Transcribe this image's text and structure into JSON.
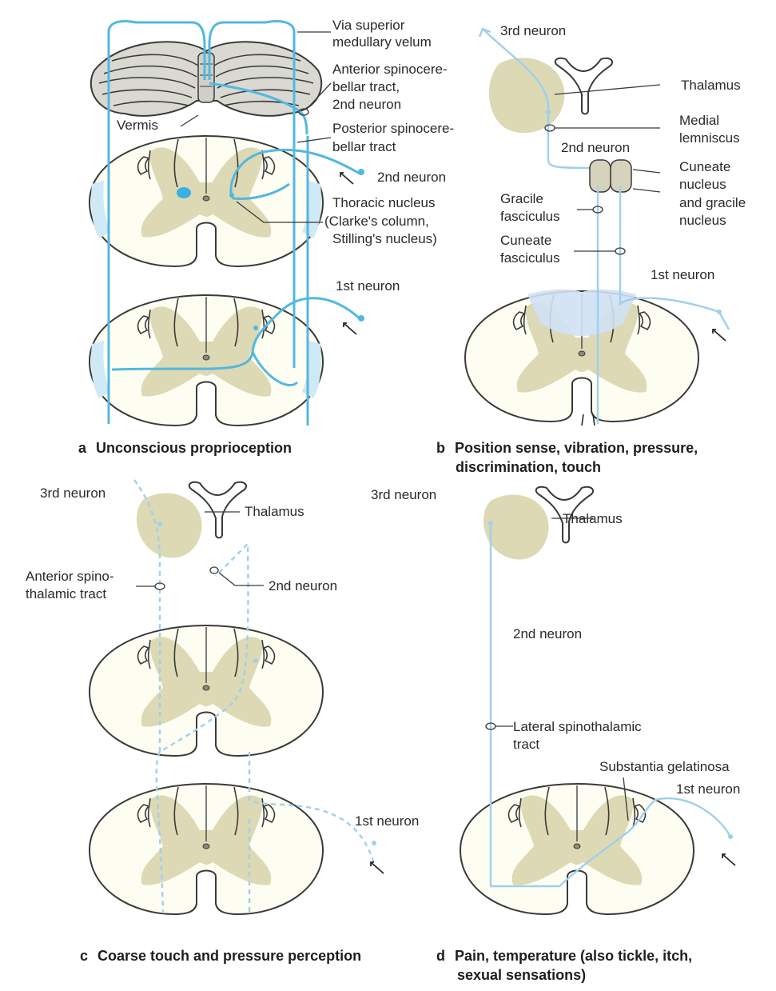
{
  "panel_a": {
    "caption_letter": "a",
    "caption_text": "Unconscious proprioception",
    "labels": {
      "via_superior_1": "Via superior",
      "via_superior_2": "medullary velum",
      "anterior_spc_1": "Anterior spinocere-",
      "anterior_spc_2": "bellar tract,",
      "anterior_spc_3": "2nd neuron",
      "vermis": "Vermis",
      "posterior_spc_1": "Posterior spinocere-",
      "posterior_spc_2": "bellar tract",
      "second_neuron": "2nd neuron",
      "thoracic_1": "Thoracic nucleus",
      "thoracic_2": "(Clarke's column,",
      "thoracic_3": "Stilling's nucleus)",
      "first_neuron": "1st neuron"
    }
  },
  "panel_b": {
    "caption_letter": "b",
    "caption_text_1": "Position sense, vibration, pressure,",
    "caption_text_2": "discrimination, touch",
    "labels": {
      "third_neuron": "3rd neuron",
      "thalamus": "Thalamus",
      "medial_1": "Medial",
      "medial_2": "lemniscus",
      "second_neuron": "2nd neuron",
      "cuneate_nuc_1": "Cuneate",
      "cuneate_nuc_2": "nucleus",
      "cuneate_nuc_3": "and gracile",
      "cuneate_nuc_4": "nucleus",
      "gracile_1": "Gracile",
      "gracile_2": "fasciculus",
      "cuneate_fas_1": "Cuneate",
      "cuneate_fas_2": "fasciculus",
      "first_neuron": "1st neuron"
    }
  },
  "panel_c": {
    "caption_letter": "c",
    "caption_text": "Coarse touch and pressure perception",
    "labels": {
      "third_neuron": "3rd neuron",
      "thalamus": "Thalamus",
      "anterior_stt_1": "Anterior spino-",
      "anterior_stt_2": "thalamic tract",
      "second_neuron": "2nd neuron",
      "first_neuron": "1st neuron"
    }
  },
  "panel_d": {
    "caption_letter": "d",
    "caption_text_1": "Pain, temperature (also tickle, itch,",
    "caption_text_2": "sexual sensations)",
    "labels": {
      "third_neuron": "3rd neuron",
      "thalamus": "Thalamus",
      "second_neuron": "2nd neuron",
      "lateral_stt_1": "Lateral spinothalamic",
      "lateral_stt_2": "tract",
      "substantia": "Substantia gelatinosa",
      "first_neuron": "1st neuron"
    }
  },
  "colors": {
    "pathway_blue": "#52b8e0",
    "pathway_light_blue": "#9fd0ec",
    "gray_matter": "#dcd9b4",
    "cord_fill": "#fdfdf2",
    "outline": "#3a3a3a"
  }
}
